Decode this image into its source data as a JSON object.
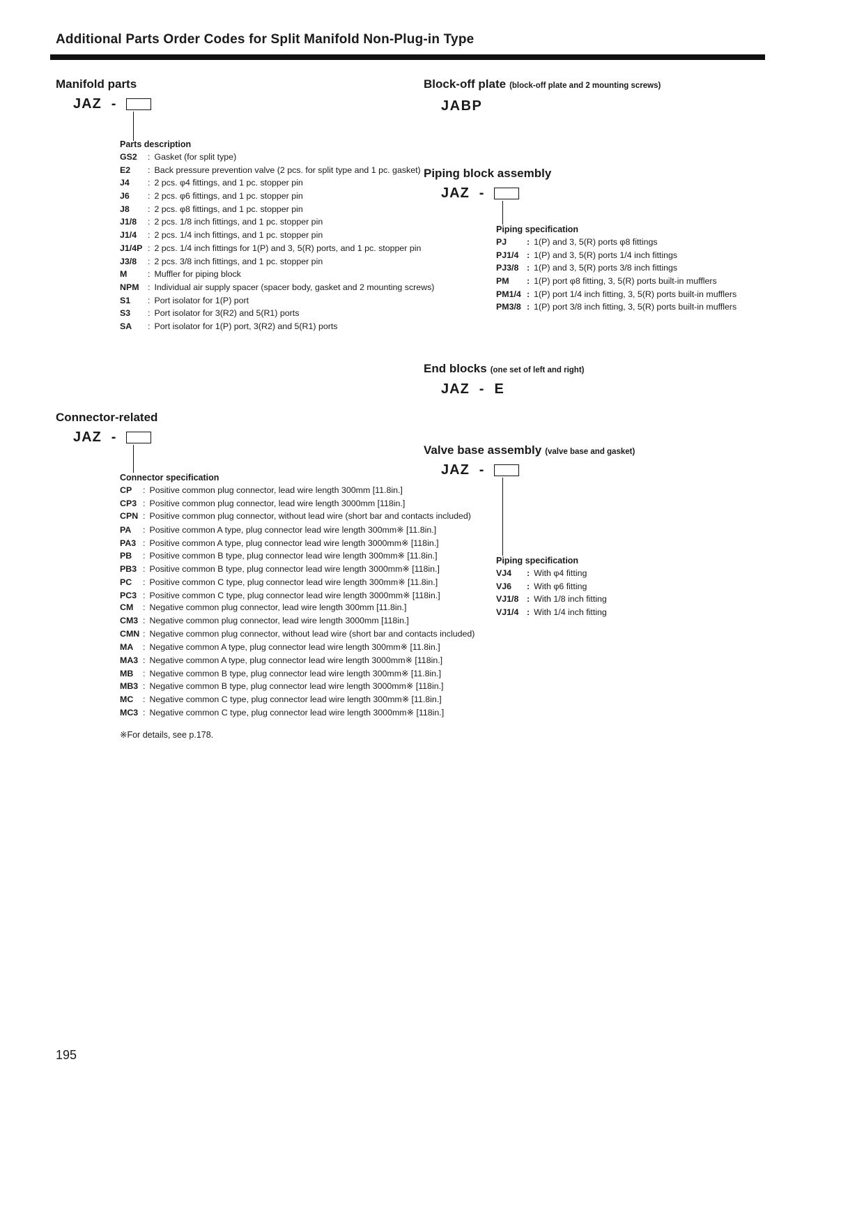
{
  "page": {
    "title": "Additional Parts Order Codes for Split Manifold Non-Plug-in Type",
    "footnote": "※For details, see p.178.",
    "page_number": "195"
  },
  "manifold_parts": {
    "heading": "Manifold parts",
    "model_prefix": "JAZ",
    "dash": "-",
    "spec_heading": "Parts description",
    "items": [
      {
        "code": "GS2",
        "desc": "Gasket (for split type)"
      },
      {
        "code": "E2",
        "desc": "Back pressure prevention valve (2 pcs. for split type and 1 pc. gasket)"
      },
      {
        "code": "J4",
        "desc": "2 pcs. φ4 fittings, and 1 pc. stopper pin"
      },
      {
        "code": "J6",
        "desc": "2 pcs. φ6 fittings, and 1 pc. stopper pin"
      },
      {
        "code": "J8",
        "desc": "2 pcs. φ8 fittings, and 1 pc. stopper pin"
      },
      {
        "code": "J1/8",
        "desc": "2 pcs. 1/8 inch fittings, and 1 pc. stopper pin"
      },
      {
        "code": "J1/4",
        "desc": "2 pcs. 1/4 inch fittings, and 1 pc. stopper pin"
      },
      {
        "code": "J1/4P",
        "desc": "2 pcs. 1/4 inch fittings for 1(P) and 3, 5(R) ports, and 1 pc. stopper pin"
      },
      {
        "code": "J3/8",
        "desc": "2 pcs. 3/8 inch fittings, and 1 pc. stopper pin"
      },
      {
        "code": "M",
        "desc": "Muffler for piping block"
      },
      {
        "code": "NPM",
        "desc": "Individual air supply spacer (spacer body, gasket and 2 mounting screws)"
      },
      {
        "code": "S1",
        "desc": "Port isolator for 1(P) port"
      },
      {
        "code": "S3",
        "desc": "Port isolator for 3(R2) and 5(R1) ports"
      },
      {
        "code": "SA",
        "desc": "Port isolator for 1(P) port, 3(R2) and 5(R1) ports"
      }
    ]
  },
  "block_off_plate": {
    "heading": "Block-off plate",
    "heading_note": "(block-off plate and 2 mounting screws)",
    "model": "JABP"
  },
  "piping_block_assembly": {
    "heading": "Piping block assembly",
    "model_prefix": "JAZ",
    "dash": "-",
    "spec_heading": "Piping specification",
    "items": [
      {
        "code": "PJ",
        "desc": "1(P) and 3, 5(R) ports φ8 fittings"
      },
      {
        "code": "PJ1/4",
        "desc": "1(P) and 3, 5(R) ports 1/4 inch fittings"
      },
      {
        "code": "PJ3/8",
        "desc": "1(P) and 3, 5(R) ports 3/8 inch fittings"
      },
      {
        "code": "PM",
        "desc": "1(P) port φ8 fitting, 3, 5(R) ports built-in mufflers"
      },
      {
        "code": "PM1/4",
        "desc": "1(P) port 1/4 inch fitting, 3, 5(R) ports built-in mufflers"
      },
      {
        "code": "PM3/8",
        "desc": "1(P) port 3/8 inch fitting, 3, 5(R) ports built-in mufflers"
      }
    ]
  },
  "end_blocks": {
    "heading": "End blocks",
    "heading_note": "(one set of left and right)",
    "model_prefix": "JAZ",
    "dash": "-",
    "model_suffix": "E"
  },
  "connector_related": {
    "heading": "Connector-related",
    "model_prefix": "JAZ",
    "dash": "-",
    "spec_heading": "Connector specification",
    "items": [
      {
        "code": "CP",
        "desc": "Positive common plug connector, lead wire length 300mm [11.8in.]"
      },
      {
        "code": "CP3",
        "desc": "Positive common plug connector, lead wire length 3000mm [118in.]"
      },
      {
        "code": "CPN",
        "desc": "Positive common plug connector, without lead wire (short bar and contacts included)"
      },
      {
        "code": "PA",
        "desc": "Positive common A type, plug connector lead wire length 300mm※ [11.8in.]"
      },
      {
        "code": "PA3",
        "desc": "Positive common A type, plug connector lead wire length 3000mm※ [118in.]"
      },
      {
        "code": "PB",
        "desc": "Positive common B type, plug connector lead wire length 300mm※ [11.8in.]"
      },
      {
        "code": "PB3",
        "desc": "Positive common B type, plug connector lead wire length 3000mm※ [118in.]"
      },
      {
        "code": "PC",
        "desc": "Positive common C type, plug connector lead wire length 300mm※ [11.8in.]"
      },
      {
        "code": "PC3",
        "desc": "Positive common C type, plug connector lead wire length 3000mm※ [118in.]"
      },
      {
        "code": "CM",
        "desc": "Negative common plug connector, lead wire length 300mm [11.8in.]"
      },
      {
        "code": "CM3",
        "desc": "Negative common plug connector, lead wire length 3000mm [118in.]"
      },
      {
        "code": "CMN",
        "desc": "Negative common plug connector, without lead wire (short bar and contacts included)"
      },
      {
        "code": "MA",
        "desc": "Negative common A type, plug connector lead wire length 300mm※ [11.8in.]"
      },
      {
        "code": "MA3",
        "desc": "Negative common A type, plug connector lead wire length 3000mm※ [118in.]"
      },
      {
        "code": "MB",
        "desc": "Negative common B type, plug connector lead wire length 300mm※ [11.8in.]"
      },
      {
        "code": "MB3",
        "desc": "Negative common B type, plug connector lead wire length 3000mm※ [118in.]"
      },
      {
        "code": "MC",
        "desc": "Negative common C type, plug connector lead wire length 300mm※ [11.8in.]"
      },
      {
        "code": "MC3",
        "desc": "Negative common C type, plug connector lead wire length 3000mm※ [118in.]"
      }
    ]
  },
  "valve_base_assembly": {
    "heading": "Valve base assembly",
    "heading_note": "(valve base and gasket)",
    "model_prefix": "JAZ",
    "dash": "-",
    "spec_heading": "Piping specification",
    "items": [
      {
        "code": "VJ4",
        "desc": "With φ4 fitting"
      },
      {
        "code": "VJ6",
        "desc": "With φ6 fitting"
      },
      {
        "code": "VJ1/8",
        "desc": "With 1/8 inch fitting"
      },
      {
        "code": "VJ1/4",
        "desc": "With 1/4 inch fitting"
      }
    ]
  }
}
